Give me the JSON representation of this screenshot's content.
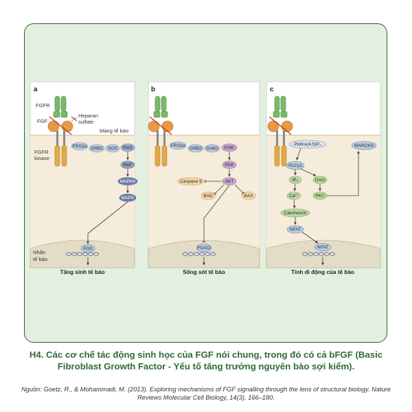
{
  "labels": {
    "fgfr": "FGFR",
    "fgf": "FGF",
    "heparan_sulfate": "Heparan sulfate",
    "membrane": "Màng tế bào",
    "fgfr_kinase": "FGFR kinase",
    "nucleus": "Nhân tế bào"
  },
  "panels": [
    {
      "letter": "a",
      "proteins": {
        "frs2": "FRS2α",
        "grb2": "GRB2",
        "sos": "SOS",
        "ras": "RAS",
        "raf": "RAF",
        "mapkk": "MAPKK",
        "mapk": "MAPK",
        "fos": "FOS"
      },
      "outcome": "Tăng sinh tế bào"
    },
    {
      "letter": "b",
      "proteins": {
        "frs2": "FRS2α",
        "grb2": "GRB2",
        "gab1": "GAB1",
        "pi3k": "PI3K",
        "pdk": "PDK",
        "akt": "AKT",
        "caspase9": "Caspase 9",
        "bad": "BAD",
        "bax": "BAX",
        "foxo": "FOXO"
      },
      "outcome": "Sống sót tế bào"
    },
    {
      "letter": "c",
      "proteins": {
        "ptdins": "PtdIns(4,5)P₂",
        "marcks": "MARCKS",
        "plcg": "PLCγ1",
        "ip3": "IP₃",
        "dag": "DAG",
        "ca": "Ca²⁺",
        "pkc": "PKC",
        "calcineurin": "Calcineurin",
        "nfat1": "NFAT",
        "nfat2": "NFAT"
      },
      "outcome": "Tính di động của tế bào"
    }
  ],
  "caption": "H4. Các cơ chế tác động sinh học của FGF nói chung, trong đó có cả bFGF (Basic Fibroblast Growth Factor - Yếu tố tăng trưởng nguyên bào sợi kiểm).",
  "source": "Nguồn: Goetz, R., & Mohammadi, M. (2013). Exploring mechanisms of FGF signalling through the lens of structural biology. Nature Reviews Molecular Cell Biology, 14(3), 166–180.",
  "colors": {
    "frame_bg": "#e4f0df",
    "frame_border": "#2d5a2d",
    "cytoplasm": "#f6ecdc",
    "nucleus": "#e3ddc7",
    "receptor_green": "#7bb86b",
    "kinase_orange": "#e2a94a",
    "fgf_orange": "#e69a44",
    "protein_blue": "#b7cbe0",
    "protein_dark": "#6e7fa6",
    "protein_purple": "#c9a6cf",
    "protein_beige": "#f0d6a4",
    "protein_green": "#bcd6a2",
    "caption_green": "#2f6b37"
  },
  "icons": [
    "receptor-icon",
    "fgf-ligand-icon",
    "heparan-sulfate-icon",
    "dna-helix-icon",
    "activation-arrow-icon",
    "inhibition-bar-icon"
  ]
}
